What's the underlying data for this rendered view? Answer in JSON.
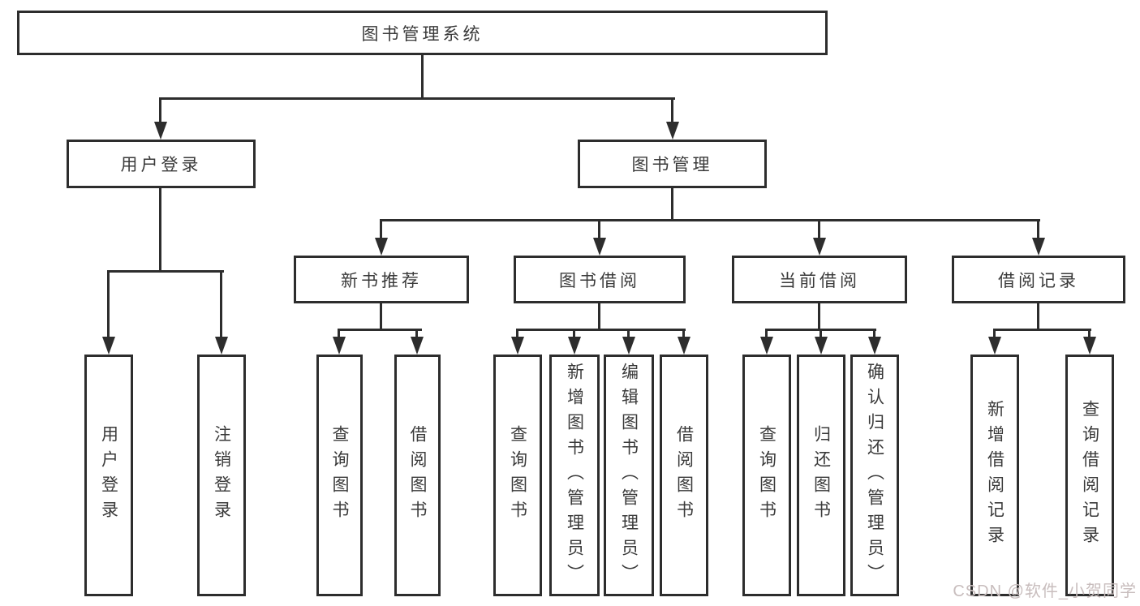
{
  "tree": {
    "root": "图书管理系统",
    "user_login": {
      "label": "用户登录",
      "children": [
        "用户登录",
        "注销登录"
      ]
    },
    "book_mgmt": {
      "label": "图书管理",
      "groups": [
        {
          "label": "新书推荐",
          "children": [
            "查询图书",
            "借阅图书"
          ]
        },
        {
          "label": "图书借阅",
          "children": [
            "查询图书",
            "新增图书（管理员）",
            "编辑图书（管理员）",
            "借阅图书"
          ]
        },
        {
          "label": "当前借阅",
          "children": [
            "查询图书",
            "归还图书",
            "确认归还（管理员）"
          ]
        },
        {
          "label": "借阅记录",
          "children": [
            "新增借阅记录",
            "查询借阅记录"
          ]
        }
      ]
    }
  },
  "watermark": "CSDN @软件_小贺同学",
  "colors": {
    "line": "#2d2d2d",
    "border": "#2d2d2d",
    "text": "#3a3a3a",
    "background": "#ffffff",
    "watermark": "#c8bdbd"
  }
}
